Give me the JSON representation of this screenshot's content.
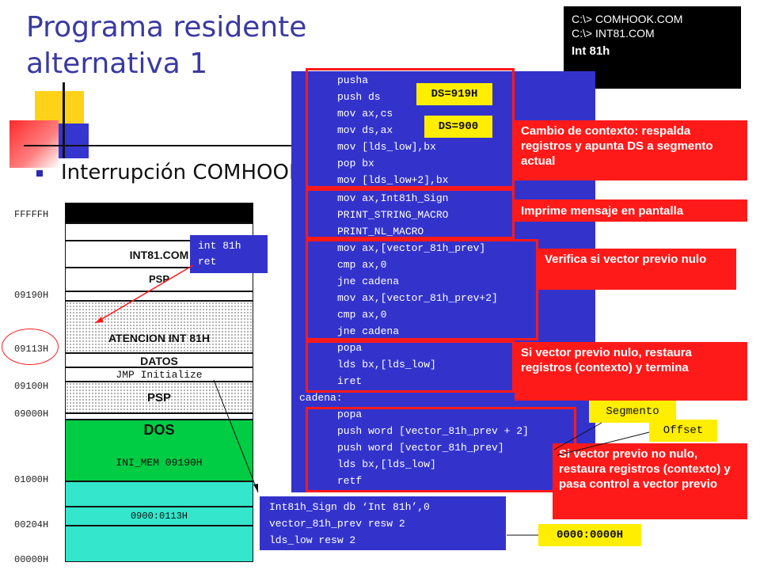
{
  "title": {
    "line1": "Programa residente",
    "line2": "alternativa 1"
  },
  "bullet": "Interrupción COMHOOK",
  "command_box": {
    "line1": "C:\\> COMHOOK.COM",
    "line2": "C:\\> INT81.COM",
    "line3": "Int 81h"
  },
  "code": {
    "lines": [
      "pusha",
      "push ds",
      "mov  ax,cs",
      "mov  ds,ax",
      "mov  [lds_low],bx",
      "pop  bx",
      "mov  [lds_low+2],bx",
      "mov ax,Int81h_Sign",
      "PRINT_STRING_MACRO",
      "PRINT_NL_MACRO",
      "mov ax,[vector_81h_prev]",
      "cmp ax,0",
      "jne cadena",
      "mov ax,[vector_81h_prev+2]",
      "cmp ax,0",
      "jne cadena",
      "popa",
      "lds bx,[lds_low]",
      "iret",
      "cadena:",
      "popa",
      "push word [vector_81h_prev + 2]",
      "push word [vector_81h_prev]",
      "lds bx,[lds_low]",
      "retf"
    ]
  },
  "labels": {
    "ds919": "DS=919H",
    "ds900": "DS=900",
    "segmento": "Segmento",
    "offset": "Offset",
    "zero_addr": "0000:0000H"
  },
  "notes": {
    "context": "Cambio de contexto: respalda registros y apunta DS a segmento actual",
    "print": "Imprime mensaje en pantalla",
    "verify": "Verifica si vector previo nulo",
    "if_null": "Si vector previo nulo, restaura registros (contexto) y  termina",
    "if_not_null": "Si vector previo no nulo, restaura registros (contexto) y pasa control a vector previo"
  },
  "memory": {
    "addresses": [
      "FFFFFH",
      "09190H",
      "09113H",
      "09100H",
      "09000H",
      "01000H",
      "00204H",
      "00000H"
    ],
    "int81_com": "INT81.COM",
    "psp_top": "PSP",
    "atencion": "ATENCION INT 81H",
    "datos": "DATOS",
    "jmp": "JMP Initialize",
    "psp_bottom": "PSP",
    "dos": "DOS",
    "ini_mem": "INI_MEM 09190H",
    "vector_addr": "0900:0113H"
  },
  "int81_box": {
    "line1": "int 81h",
    "line2": "ret"
  },
  "bottom_code": [
    {
      "text": "Int81h_Sign db ‘Int 81h’,0"
    },
    {
      "text": "vector_81h_prev resw 2"
    },
    {
      "text": "lds_low         resw 2"
    }
  ]
}
